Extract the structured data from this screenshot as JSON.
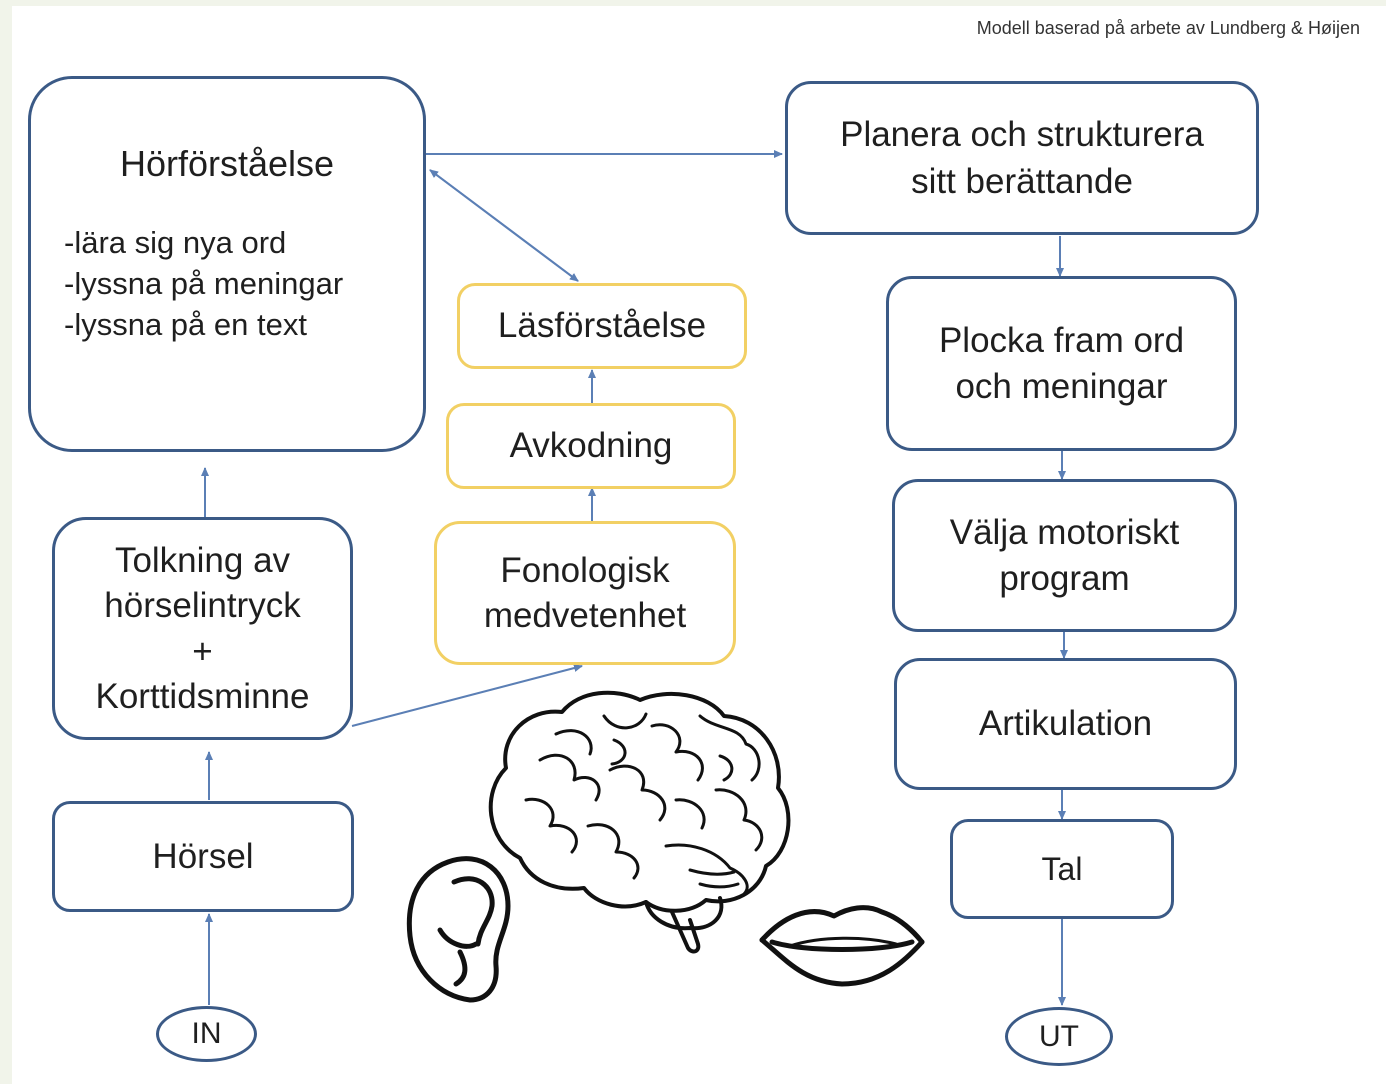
{
  "credit": "Modell baserad på arbete av Lundberg & Høijen",
  "left": {
    "horforstaelse": {
      "title": "Hörförståelse",
      "items": [
        "-lära sig nya ord",
        "-lyssna på meningar",
        "-lyssna på en text"
      ]
    },
    "tolkning": [
      "Tolkning av",
      "hörselintryck",
      "+",
      "Korttidsminne"
    ],
    "horsel": "Hörsel",
    "in": "IN"
  },
  "middle": {
    "lasforstaelse": "Läsförståelse",
    "avkodning": "Avkodning",
    "fonologisk": [
      "Fonologisk",
      "medvetenhet"
    ]
  },
  "right": {
    "planera": [
      "Planera och strukturera",
      "sitt berättande"
    ],
    "plocka": [
      "Plocka fram ord",
      "och meningar"
    ],
    "valja": [
      "Välja motoriskt",
      "program"
    ],
    "artikulation": "Artikulation",
    "tal": "Tal",
    "ut": "UT"
  },
  "icons": [
    "brain-icon",
    "ear-icon",
    "lips-icon"
  ],
  "colors": {
    "box_border": "#3b5a86",
    "reading_border": "#f2d064",
    "arrow": "#5b7fb5"
  }
}
